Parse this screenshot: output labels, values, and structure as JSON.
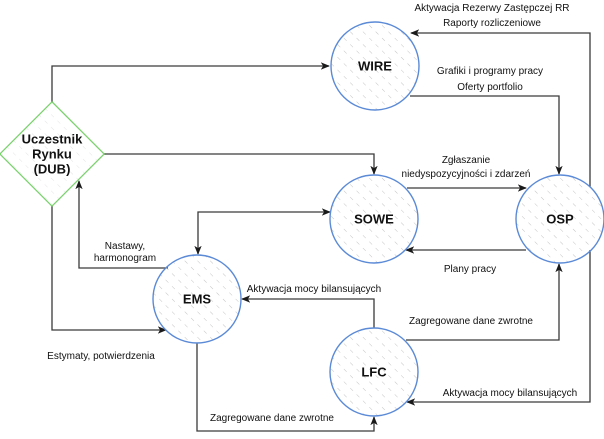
{
  "diagram": {
    "colors": {
      "circle_stroke": "#5b8ad6",
      "diamond_stroke": "#4cc23a",
      "hatch": "#bdbdbd",
      "edge": "#3a3a3a",
      "text": "#111111"
    },
    "nodes": {
      "dub": {
        "label_lines": [
          "Uczestnik",
          "Rynku",
          "(DUB)"
        ],
        "shape": "diamond"
      },
      "wire": {
        "label": "WIRE",
        "shape": "circle"
      },
      "sowe": {
        "label": "SOWE",
        "shape": "circle"
      },
      "osp": {
        "label": "OSP",
        "shape": "circle"
      },
      "ems": {
        "label": "EMS",
        "shape": "circle"
      },
      "lfc": {
        "label": "LFC",
        "shape": "circle"
      }
    },
    "edge_labels": {
      "osp_to_wire_1": "Aktywacja Rezerwy Zastępczej RR",
      "osp_to_wire_2": "Raporty rozliczeniowe",
      "wire_to_osp_1": "Grafiki i programy pracy",
      "wire_to_osp_2": "Oferty portfolio",
      "sowe_to_osp_1": "Zgłaszanie",
      "sowe_to_osp_2": "niedyspozycyjności i zdarzeń",
      "osp_to_sowe": "Plany pracy",
      "ems_to_dub_1": "Nastawy,",
      "ems_to_dub_2": "harmonogram",
      "lfc_to_ems": "Aktywacja mocy bilansujących",
      "lfc_to_osp": "Zagregowane dane zwrotne",
      "dub_to_ems": "Estymaty, potwierdzenia",
      "ems_to_lfc": "Zagregowane dane zwrotne",
      "osp_to_lfc": "Aktywacja mocy bilansujących"
    }
  }
}
